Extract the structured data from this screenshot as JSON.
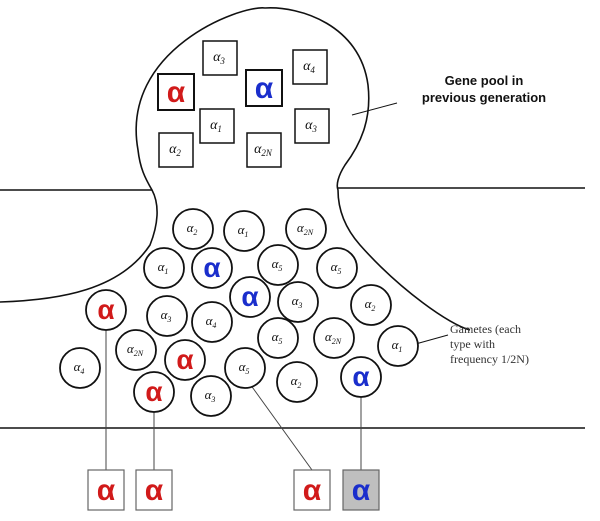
{
  "pool_label_line1": "Gene pool in",
  "pool_label_line2": "previous generation",
  "gametes_label_line1": "Gametes (each",
  "gametes_label_line2": "type with",
  "gametes_label_line3": "frequency 1/2N)",
  "colors": {
    "red": "#d11a1a",
    "blue": "#1a2ecc",
    "ink": "#111111",
    "selected_bg": "#bfbfbf"
  },
  "pool_alleles": [
    {
      "symbol": "α",
      "sub": "3",
      "kind": "plain"
    },
    {
      "symbol": "α",
      "sub": "4",
      "kind": "plain"
    },
    {
      "symbol": "α",
      "sub": "",
      "kind": "red"
    },
    {
      "symbol": "α",
      "sub": "",
      "kind": "blue"
    },
    {
      "symbol": "α",
      "sub": "1",
      "kind": "plain"
    },
    {
      "symbol": "α",
      "sub": "3",
      "kind": "plain"
    },
    {
      "symbol": "α",
      "sub": "2",
      "kind": "plain"
    },
    {
      "symbol": "α",
      "sub": "2N",
      "kind": "plain"
    }
  ],
  "gametes": [
    {
      "symbol": "α",
      "sub": "2",
      "kind": "plain"
    },
    {
      "symbol": "α",
      "sub": "1",
      "kind": "plain"
    },
    {
      "symbol": "α",
      "sub": "2N",
      "kind": "plain"
    },
    {
      "symbol": "α",
      "sub": "1",
      "kind": "plain"
    },
    {
      "symbol": "α",
      "sub": "",
      "kind": "blue"
    },
    {
      "symbol": "α",
      "sub": "5",
      "kind": "plain"
    },
    {
      "symbol": "α",
      "sub": "5",
      "kind": "plain"
    },
    {
      "symbol": "α",
      "sub": "",
      "kind": "blue"
    },
    {
      "symbol": "α",
      "sub": "3",
      "kind": "plain"
    },
    {
      "symbol": "α",
      "sub": "",
      "kind": "red"
    },
    {
      "symbol": "α",
      "sub": "3",
      "kind": "plain"
    },
    {
      "symbol": "α",
      "sub": "4",
      "kind": "plain"
    },
    {
      "symbol": "α",
      "sub": "2",
      "kind": "plain"
    },
    {
      "symbol": "α",
      "sub": "5",
      "kind": "plain"
    },
    {
      "symbol": "α",
      "sub": "2N",
      "kind": "plain"
    },
    {
      "symbol": "α",
      "sub": "1",
      "kind": "plain"
    },
    {
      "symbol": "α",
      "sub": "2N",
      "kind": "plain"
    },
    {
      "symbol": "α",
      "sub": "",
      "kind": "red"
    },
    {
      "symbol": "α",
      "sub": "5",
      "kind": "plain"
    },
    {
      "symbol": "α",
      "sub": "4",
      "kind": "plain"
    },
    {
      "symbol": "α",
      "sub": "",
      "kind": "red"
    },
    {
      "symbol": "α",
      "sub": "3",
      "kind": "plain"
    },
    {
      "symbol": "α",
      "sub": "2",
      "kind": "plain"
    },
    {
      "symbol": "α",
      "sub": "",
      "kind": "blue"
    }
  ],
  "offspring": [
    {
      "symbol": "α",
      "kind": "red"
    },
    {
      "symbol": "α",
      "kind": "red"
    },
    {
      "symbol": "α",
      "kind": "red"
    },
    {
      "symbol": "α",
      "kind": "blue"
    }
  ]
}
